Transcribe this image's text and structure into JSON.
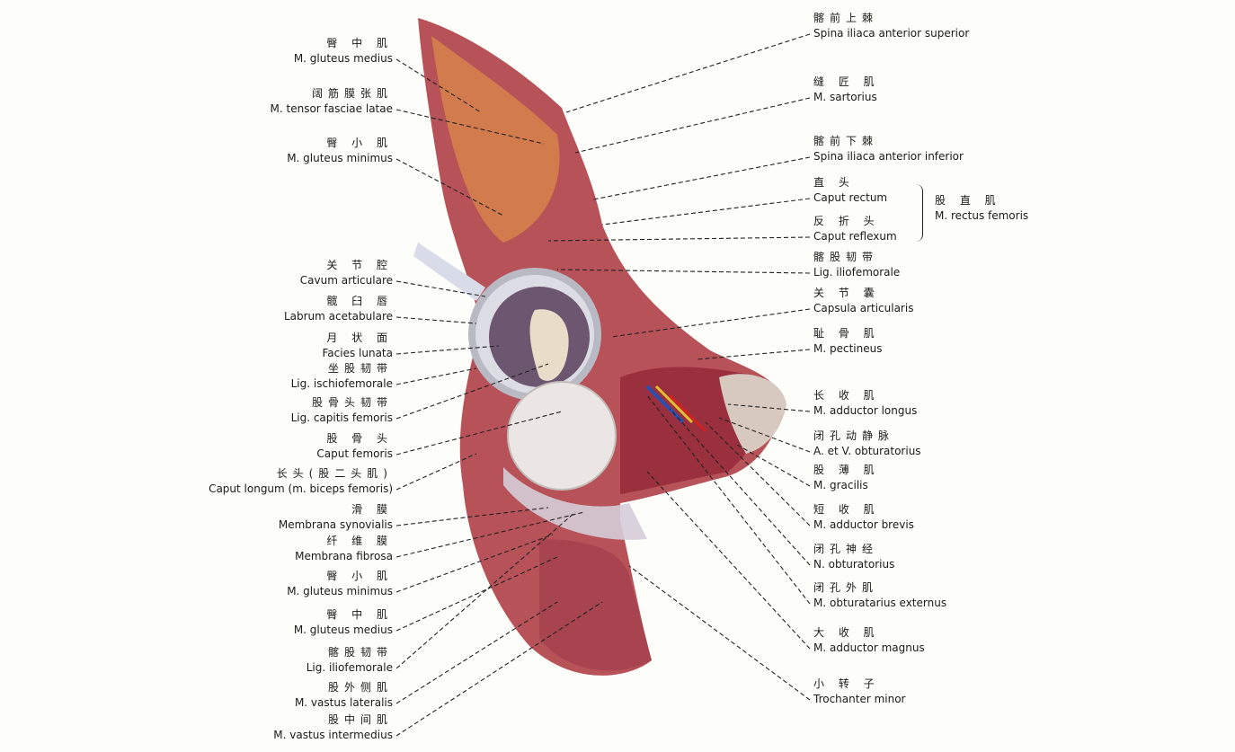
{
  "left_labels": [
    {
      "zh": "臀 中 肌",
      "en": "M. gluteus medius"
    },
    {
      "zh": "阔筋膜张肌",
      "en": "M. tensor fasciae latae"
    },
    {
      "zh": "臀 小 肌",
      "en": "M. gluteus minimus"
    },
    {
      "zh": "关 节 腔",
      "en": "Cavum articulare"
    },
    {
      "zh": "髋 臼 唇",
      "en": "Labrum acetabulare"
    },
    {
      "zh": "月 状 面",
      "en": "Facies lunata"
    },
    {
      "zh": "坐股韧带",
      "en": "Lig. ischiofemorale"
    },
    {
      "zh": "股骨头韧带",
      "en": "Lig. capitis femoris"
    },
    {
      "zh": "股 骨 头",
      "en": "Caput femoris"
    },
    {
      "zh": "长头(股二头肌)",
      "en": "Caput longum (m. biceps femoris)"
    },
    {
      "zh": "滑 膜",
      "en": "Membrana synovialis"
    },
    {
      "zh": "纤 维 膜",
      "en": "Membrana fibrosa"
    },
    {
      "zh": "臀 小 肌",
      "en": "M. gluteus minimus"
    },
    {
      "zh": "臀 中 肌",
      "en": "M. gluteus medius"
    },
    {
      "zh": "髂股韧带",
      "en": "Lig. iliofemorale"
    },
    {
      "zh": "股外侧肌",
      "en": "M. vastus lateralis"
    },
    {
      "zh": "股中间肌",
      "en": "M. vastus intermedius"
    }
  ],
  "right_labels": [
    {
      "zh": "髂前上棘",
      "en": "Spina iliaca anterior superior"
    },
    {
      "zh": "缝 匠 肌",
      "en": "M. sartorius"
    },
    {
      "zh": "髂前下棘",
      "en": "Spina iliaca anterior inferior"
    },
    {
      "zh": "直 头",
      "en": "Caput rectum"
    },
    {
      "zh": "反 折 头",
      "en": "Caput reflexum"
    },
    {
      "zh": "髂股韧带",
      "en": "Lig. iliofemorale"
    },
    {
      "zh": "关 节 囊",
      "en": "Capsula articularis"
    },
    {
      "zh": "耻 骨 肌",
      "en": "M. pectineus"
    },
    {
      "zh": "长 收 肌",
      "en": "M. adductor longus"
    },
    {
      "zh": "闭孔动静脉",
      "en": "A. et V. obturatorius"
    },
    {
      "zh": "股 薄 肌",
      "en": "M. gracilis"
    },
    {
      "zh": "短 收 肌",
      "en": "M. adductor brevis"
    },
    {
      "zh": "闭孔神经",
      "en": "N. obturatorius"
    },
    {
      "zh": "闭孔外肌",
      "en": "M. obturatarius externus"
    },
    {
      "zh": "大 收 肌",
      "en": "M. adductor magnus"
    },
    {
      "zh": "小 转 子",
      "en": "Trochanter minor"
    }
  ],
  "group_label": {
    "zh": "股 直 肌",
    "en": "M. rectus femoris"
  },
  "colors": {
    "muscle": "#b8505a",
    "fat": "#e0a060",
    "bone": "#e8e2dc",
    "cartilage": "#7a5e7a"
  }
}
